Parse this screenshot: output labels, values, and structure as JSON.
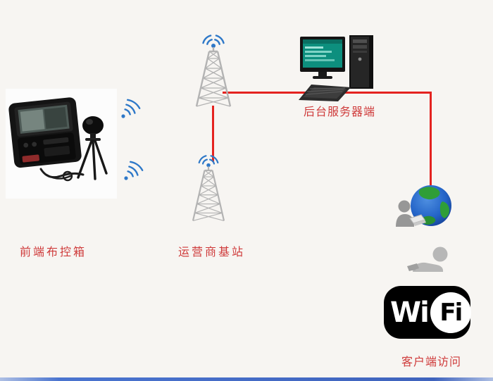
{
  "labels": {
    "front_box": "前端布控箱",
    "base_station": "运营商基站",
    "server": "后台服务器端",
    "client_access": "客户端访问"
  },
  "wifi_logo": {
    "wi": "Wi",
    "fi": "Fi"
  },
  "colors": {
    "label_red": "#cf3b3b",
    "connector_red": "#e42320",
    "signal_blue": "#2e78c8",
    "tower_gray": "#b3b3b3",
    "globe_blue": "#2464c8",
    "land_green": "#2f9e38",
    "footer_blue": "#3f63bd",
    "background": "#f7f5f2"
  },
  "icons": {
    "front_box": "equipment-case-with-ptz-camera-photo",
    "signal": "radio-waves-icon",
    "tower": "lattice-cell-tower-icon",
    "server": "desktop-computer-icon",
    "globe_user": "globe-with-user-icon",
    "person": "person-silhouette-icon",
    "wifi": "wifi-logo"
  }
}
